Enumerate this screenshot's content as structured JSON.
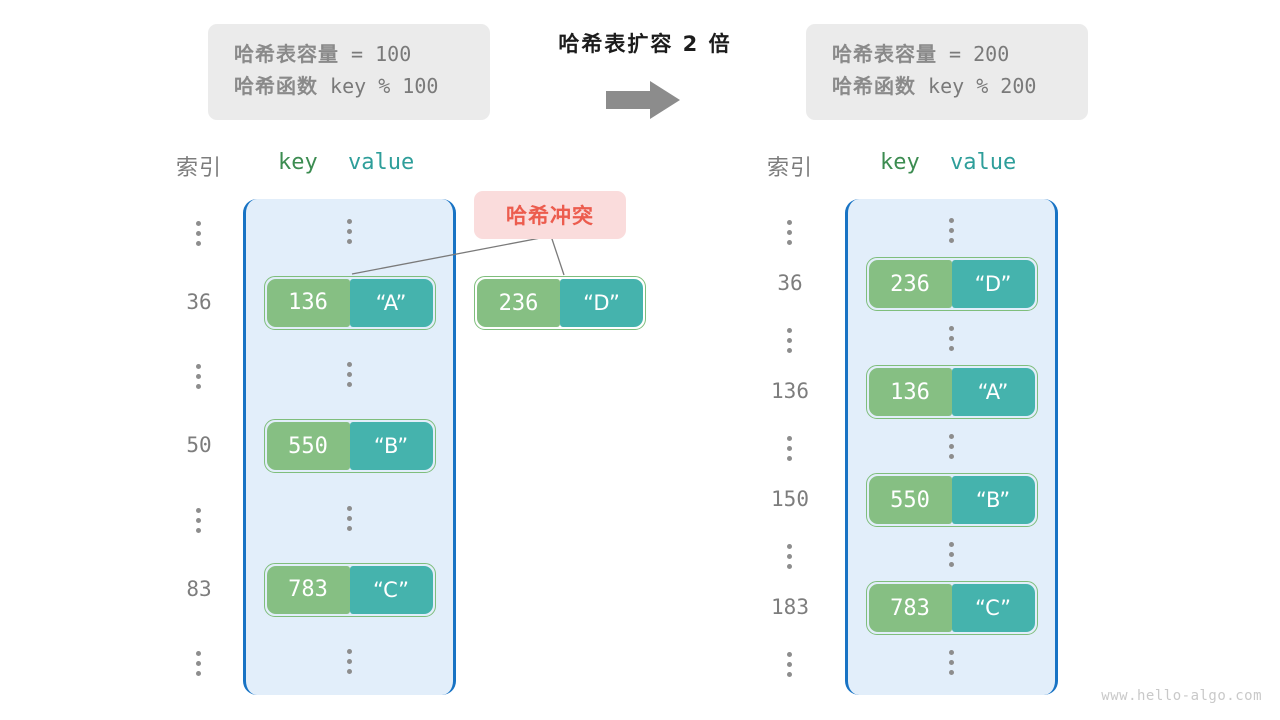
{
  "header": {
    "left_box": {
      "line1_label": "哈希表容量",
      "line1_value": " = 100",
      "line2_label": "哈希函数",
      "line2_value": " key % 100"
    },
    "right_box": {
      "line1_label": "哈希表容量",
      "line1_value": " = 200",
      "line2_label": "哈希函数",
      "line2_value": " key % 200"
    },
    "transition_title": "哈希表扩容 2 倍",
    "arrow_icon": "arrow-right-icon"
  },
  "columns": {
    "index": "索引",
    "key": "key",
    "value": "value"
  },
  "left_table": {
    "rows": [
      {
        "index": "⋮",
        "type": "ellipsis"
      },
      {
        "index": "36",
        "type": "pair",
        "key": "136",
        "value": "“A”"
      },
      {
        "index": "⋮",
        "type": "ellipsis"
      },
      {
        "index": "50",
        "type": "pair",
        "key": "550",
        "value": "“B”"
      },
      {
        "index": "⋮",
        "type": "ellipsis"
      },
      {
        "index": "83",
        "type": "pair",
        "key": "783",
        "value": "“C”"
      },
      {
        "index": "⋮",
        "type": "ellipsis"
      }
    ]
  },
  "right_table": {
    "rows": [
      {
        "index": "⋮",
        "type": "ellipsis"
      },
      {
        "index": "36",
        "type": "pair",
        "key": "236",
        "value": "“D”"
      },
      {
        "index": "⋮",
        "type": "ellipsis"
      },
      {
        "index": "136",
        "type": "pair",
        "key": "136",
        "value": "“A”"
      },
      {
        "index": "⋮",
        "type": "ellipsis"
      },
      {
        "index": "150",
        "type": "pair",
        "key": "550",
        "value": "“B”"
      },
      {
        "index": "⋮",
        "type": "ellipsis"
      },
      {
        "index": "183",
        "type": "pair",
        "key": "783",
        "value": "“C”"
      },
      {
        "index": "⋮",
        "type": "ellipsis"
      }
    ]
  },
  "collision": {
    "badge_label": "哈希冲突",
    "pair": {
      "key": "236",
      "value": "“D”"
    }
  },
  "watermark": "www.hello-algo.com",
  "colors": {
    "panel_fill": "#e2eefa",
    "panel_border": "#1873c4",
    "key_fill": "#86bf83",
    "value_fill": "#45b3ad",
    "pair_border": "#7fbe7c",
    "badge_fill": "#fadcdc",
    "badge_text": "#ec5c4e",
    "info_box_fill": "#ebebeb",
    "muted_text": "#7d7d7d",
    "key_header_text": "#3c8c51",
    "value_header_text": "#2e9e9a",
    "connector_line": "#7a7a7a"
  }
}
